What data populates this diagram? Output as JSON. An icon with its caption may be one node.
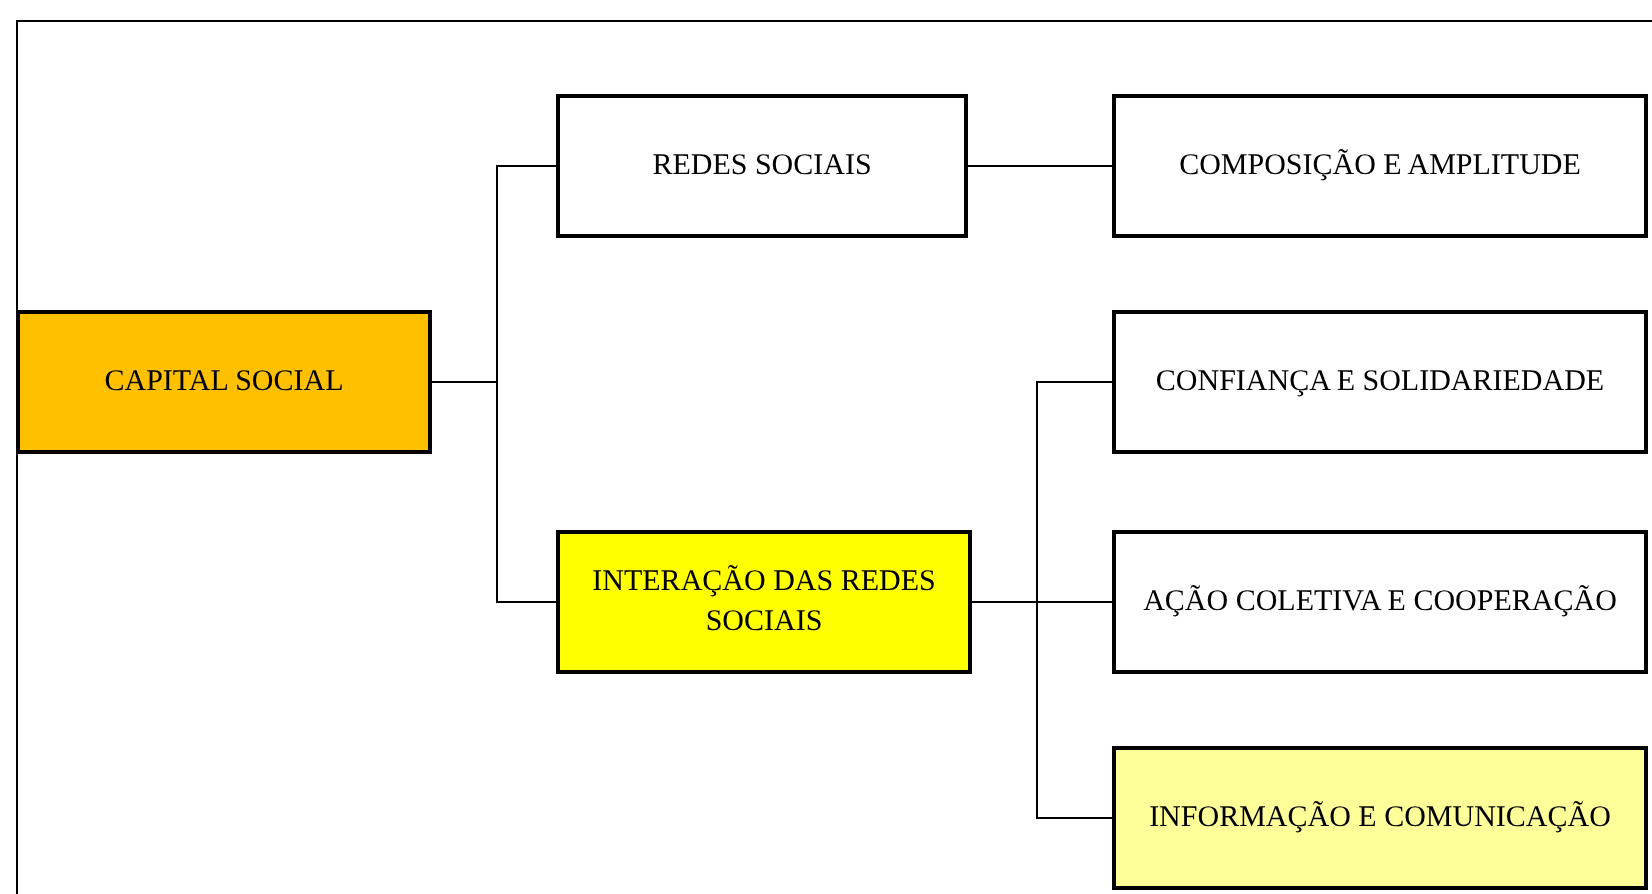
{
  "diagram": {
    "nodes": [
      {
        "text": [
          "CAPITAL SOCIAL"
        ]
      },
      {
        "text": [
          "REDES SOCIAIS"
        ]
      },
      {
        "text": [
          "INTERAÇÃO DAS REDES SOCIAIS"
        ]
      },
      {
        "text": [
          "COMPOSIÇÃO E AMPLITUDE"
        ]
      },
      {
        "text": [
          "CONFIANÇA E SOLIDARIEDADE"
        ]
      },
      {
        "text": [
          "AÇÃO COLETIVA E COOPERAÇÃO"
        ]
      },
      {
        "text": [
          "INFORMAÇÃO E COMUNICAÇÃO"
        ]
      }
    ],
    "edges": [
      {
        "from": 0,
        "to": 1,
        "arrow": "none"
      },
      {
        "from": 0,
        "to": 2,
        "arrow": "none"
      },
      {
        "from": 1,
        "to": 3,
        "arrow": "none"
      },
      {
        "from": 2,
        "to": 4,
        "arrow": "none"
      },
      {
        "from": 2,
        "to": 5,
        "arrow": "none"
      },
      {
        "from": 2,
        "to": 6,
        "arrow": "none"
      }
    ]
  }
}
